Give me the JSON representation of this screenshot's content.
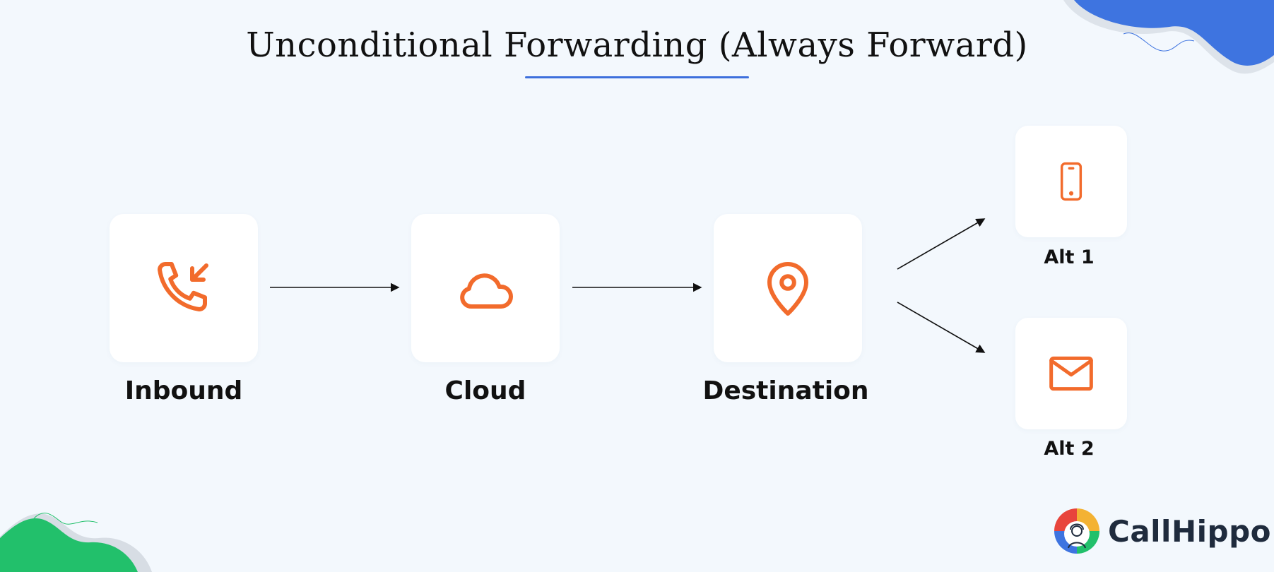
{
  "title": "Unconditional Forwarding (Always Forward)",
  "nodes": [
    {
      "id": "inbound",
      "label": "Inbound",
      "icon": "incoming-call-icon"
    },
    {
      "id": "cloud",
      "label": "Cloud",
      "icon": "cloud-icon"
    },
    {
      "id": "destination",
      "label": "Destination",
      "icon": "map-pin-icon"
    }
  ],
  "alternates": [
    {
      "id": "alt1",
      "label": "Alt 1",
      "icon": "smartphone-icon"
    },
    {
      "id": "alt2",
      "label": "Alt 2",
      "icon": "mail-icon"
    }
  ],
  "brand": {
    "name": "CallHippo",
    "icon": "callhippo-logo-icon"
  },
  "colors": {
    "background": "#f3f8fd",
    "icon": "#f26b2c",
    "accent_blue": "#3d6fdc",
    "accent_green": "#22c06b",
    "text": "#111111"
  }
}
